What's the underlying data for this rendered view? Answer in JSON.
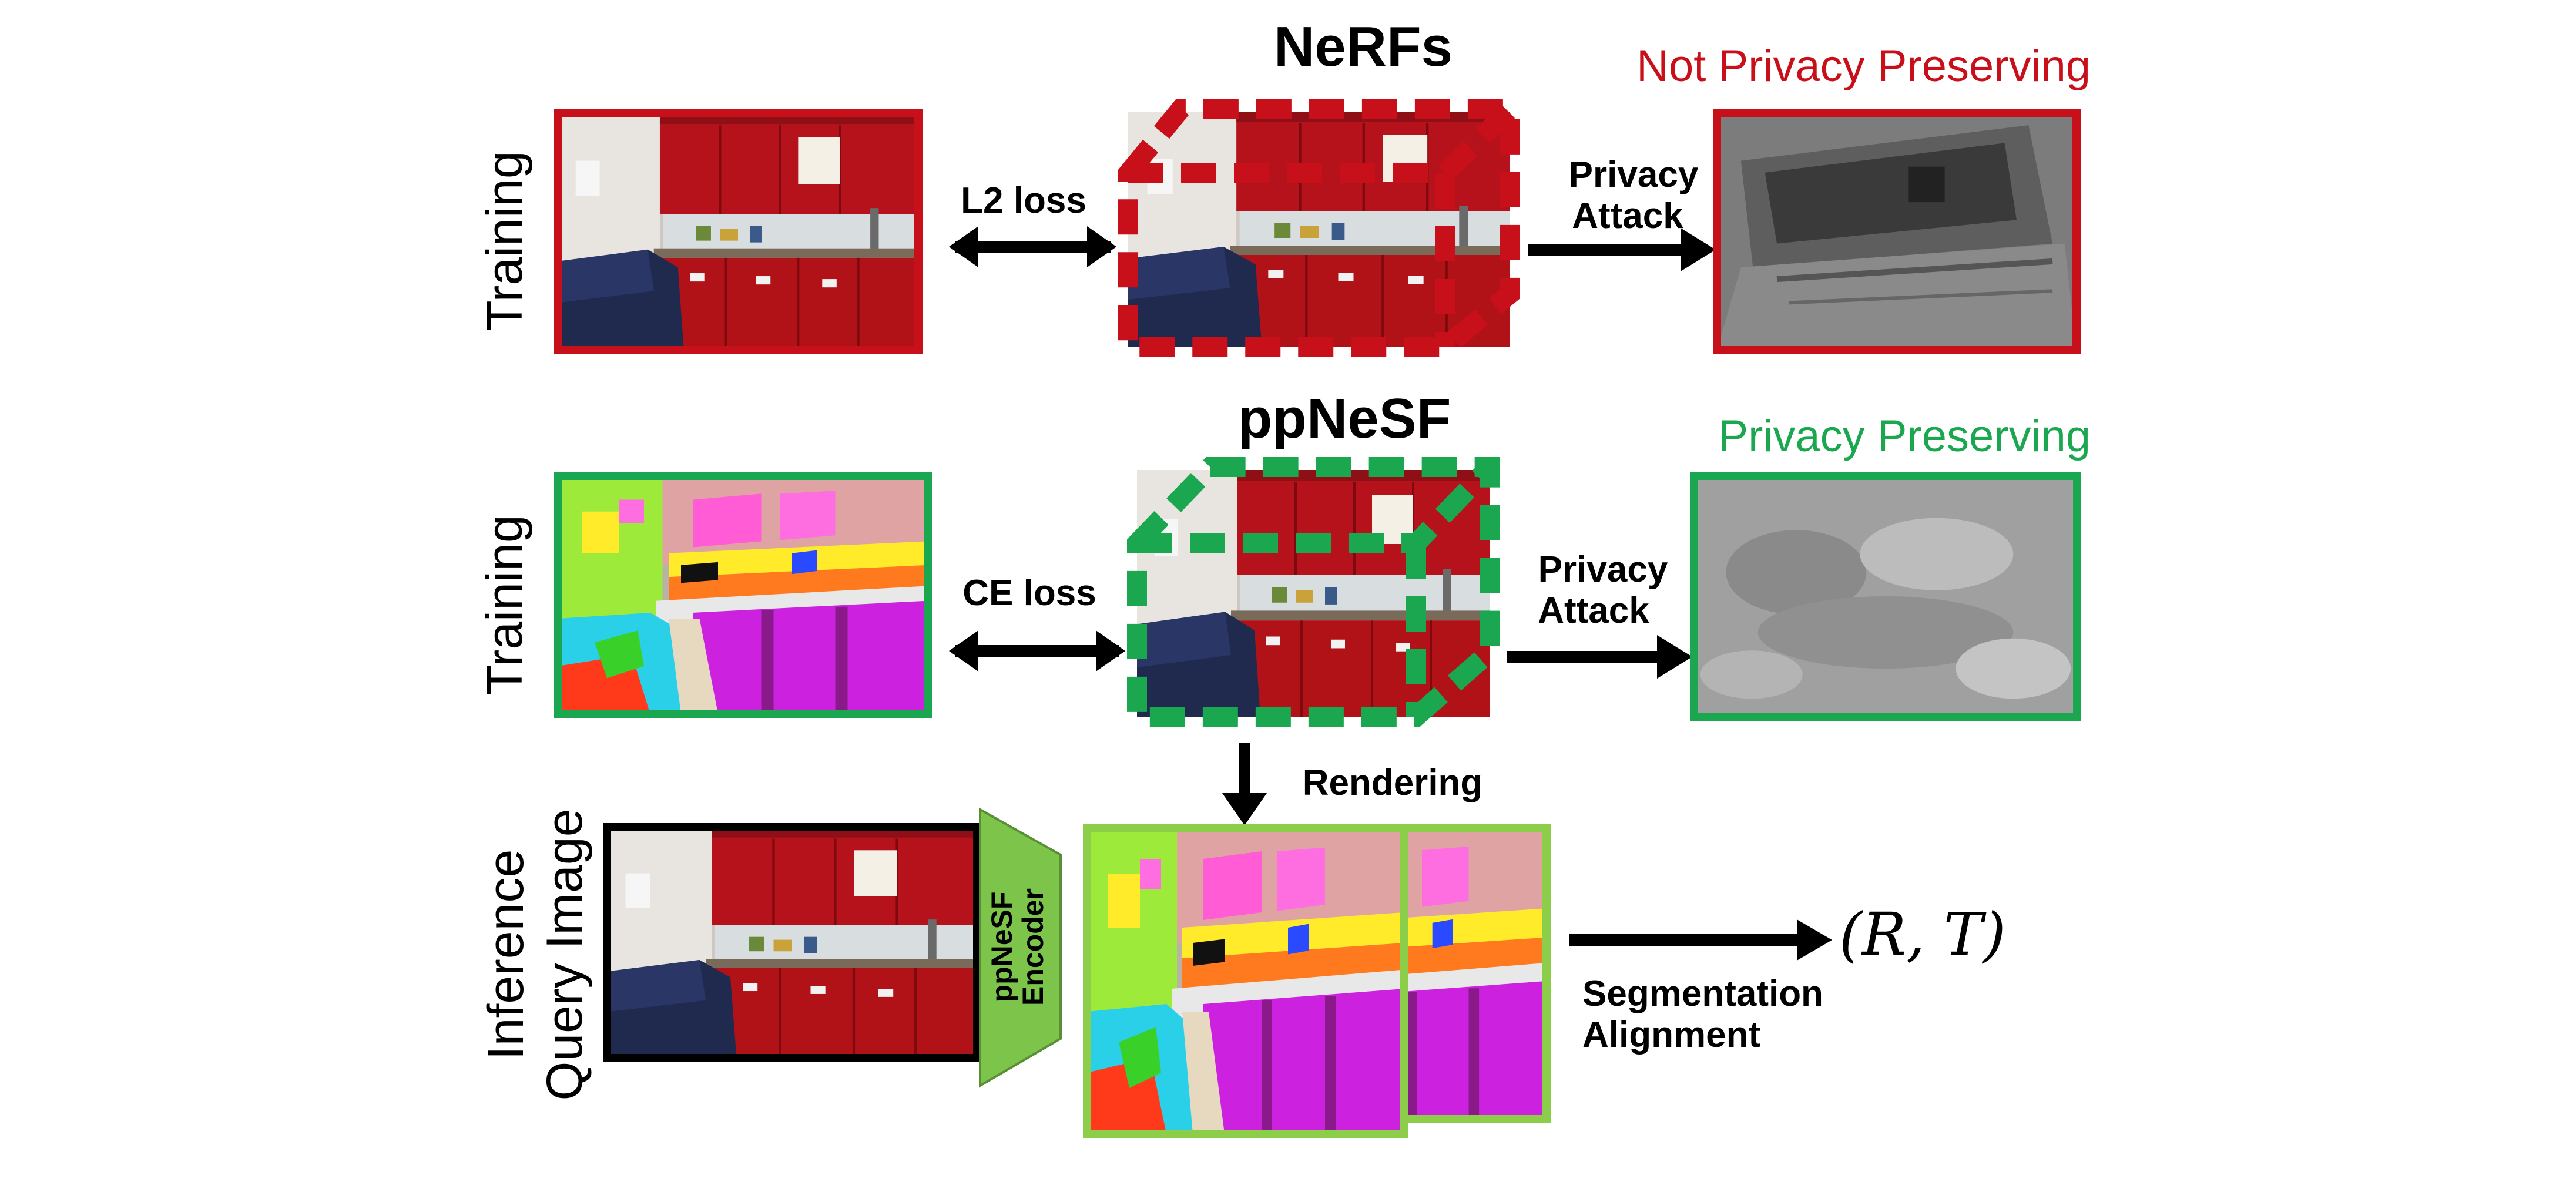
{
  "titles": {
    "nerfs": "NeRFs",
    "ppnesf": "ppNeSF"
  },
  "status": {
    "not_privacy": "Not Privacy Preserving",
    "privacy": "Privacy Preserving"
  },
  "row_labels": {
    "training_top": "Training",
    "training_mid": "Training",
    "inference_line1": "Inference",
    "inference_line2": "Query Image"
  },
  "arrows": {
    "l2_loss": "L2 loss",
    "ce_loss": "CE loss",
    "privacy_attack_line1": "Privacy",
    "privacy_attack_line2": "Attack",
    "rendering": "Rendering",
    "seg_line1": "Segmentation",
    "seg_line2": "Alignment"
  },
  "encoder": {
    "line1": "ppNeSF",
    "line2": "Encoder"
  },
  "output": "(R, T)",
  "colors": {
    "red": "#c8101a",
    "green": "#1aa750",
    "lime": "#8ccd4a",
    "encoder_fill": "#7cc54a",
    "black": "#000000"
  }
}
